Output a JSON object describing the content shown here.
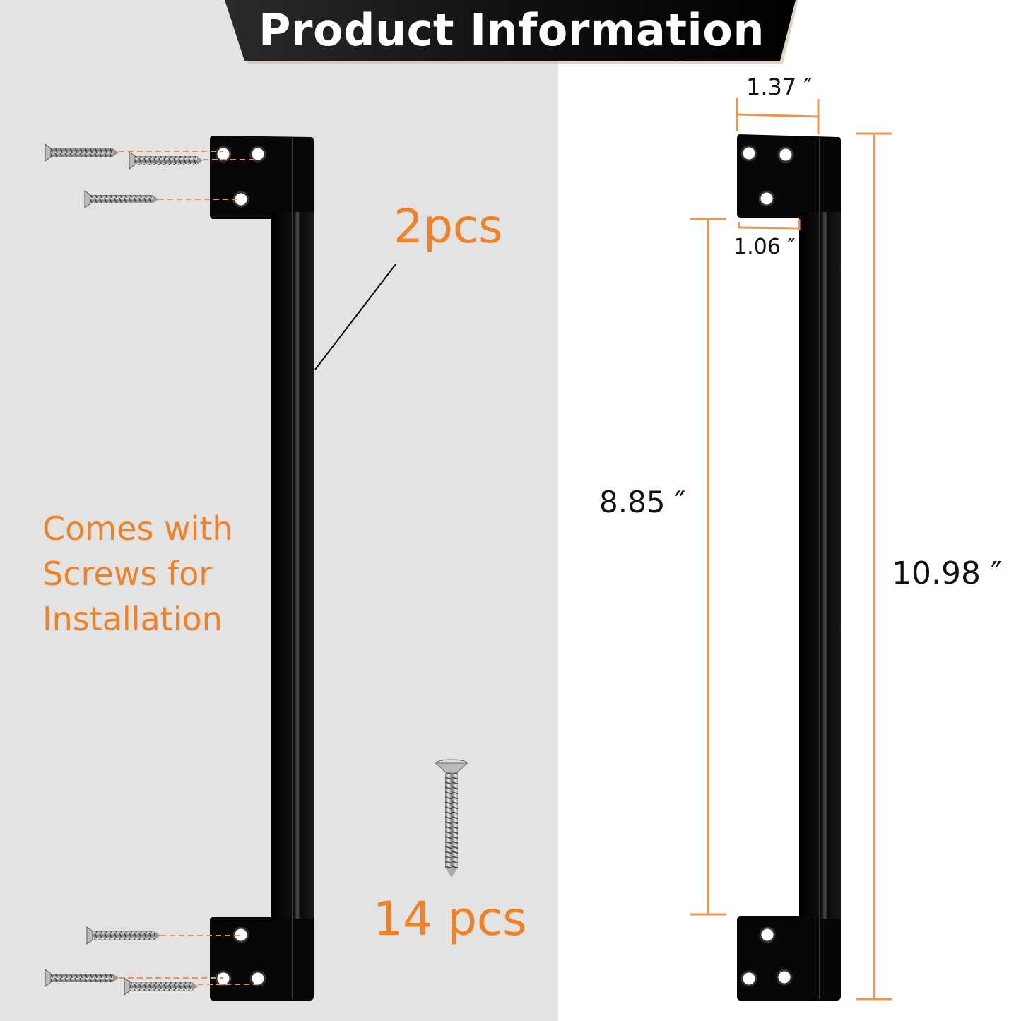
{
  "header": {
    "title": "Product Information"
  },
  "left_panel": {
    "quantity_bracket": "2pcs",
    "quantity_screws": "14 pcs",
    "feature_lines": [
      "Comes with",
      "Screws for",
      "Installation"
    ]
  },
  "right_panel": {
    "dimensions": {
      "top_width": "1.37 ″",
      "inner_width": "1.06 ″",
      "inner_length": "8.85 ″",
      "total_length": "10.98 ″"
    }
  },
  "colors": {
    "accent_orange": "#f28025",
    "dimension_line": "#ef9550",
    "banner_black": "#111111",
    "left_background": "#e3e3e3",
    "right_background": "#ffffff"
  }
}
